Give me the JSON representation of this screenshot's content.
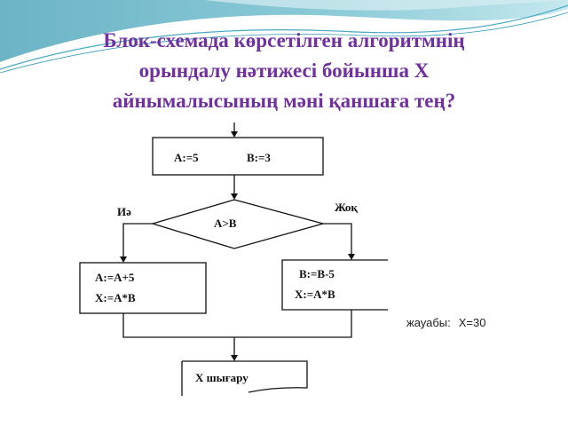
{
  "slide": {
    "title_lines": [
      "Блок-схемада көрсетілген алгоритмнің",
      "орындалу нәтижесі бойынша Х",
      "айнымалысының мәні қаншаға тең?"
    ],
    "colors": {
      "title": "#7030a0",
      "wave_dark": "#6fb7c8",
      "wave_light": "#bfe3ea",
      "line": "#111111"
    }
  },
  "flowchart": {
    "init_block": {
      "a": "A:=5",
      "b": "B:=3"
    },
    "condition": {
      "text": "A>B",
      "yes_label": "Иә",
      "no_label": "Жоқ"
    },
    "yes_block": {
      "line1": "A:=A+5",
      "line2": "X:=A*B"
    },
    "no_block": {
      "line1": "B:=B-5",
      "line2": "X:=A*B"
    },
    "output_block": {
      "text": "X шығару"
    }
  },
  "answer": {
    "label": "жауабы:",
    "value": "X=30"
  }
}
